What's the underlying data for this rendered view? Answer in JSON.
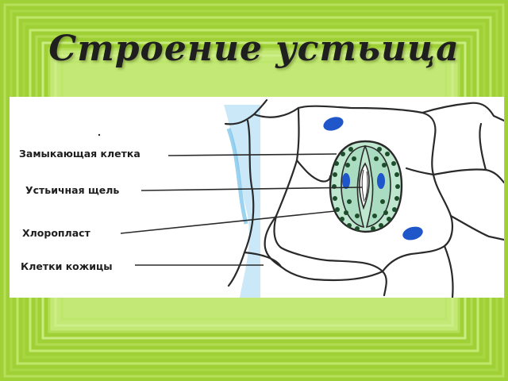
{
  "slide": {
    "title": "Строение устьица",
    "colors": {
      "frame_outer": "#9fd136",
      "frame_inner": "#bfe86a",
      "panel": "#ffffff",
      "epidermis_tint": "#7ec8f0",
      "cell_wall": "#2a2a2a",
      "guard_cell_fill": "#bfe6cf",
      "chloroplast": "#1d4d2a",
      "nucleus": "#1f56c9"
    }
  },
  "diagram": {
    "labels": [
      "Замыкающая клетка",
      "Устьичная щель",
      "Хлоропласт",
      "Клетки кожицы"
    ]
  }
}
